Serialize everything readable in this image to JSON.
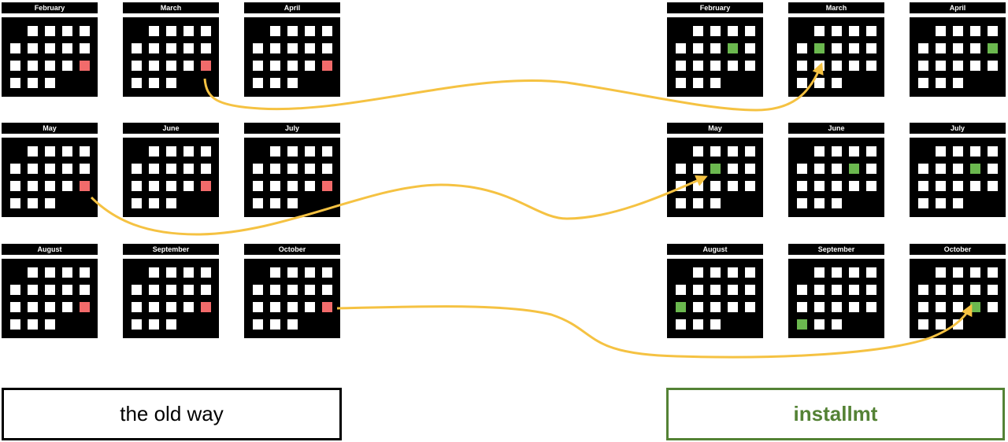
{
  "colors": {
    "marked_old": "#f26b6b",
    "marked_new": "#6bb84f",
    "arrow": "#f5c242",
    "new_box": "#548235"
  },
  "old_way": {
    "label": "the old way",
    "calendars": [
      {
        "month": "February",
        "marked": [
          2,
          4
        ]
      },
      {
        "month": "March",
        "marked": [
          2,
          4
        ]
      },
      {
        "month": "April",
        "marked": [
          2,
          4
        ]
      },
      {
        "month": "May",
        "marked": [
          2,
          4
        ]
      },
      {
        "month": "June",
        "marked": [
          2,
          4
        ]
      },
      {
        "month": "July",
        "marked": [
          2,
          4
        ]
      },
      {
        "month": "August",
        "marked": [
          2,
          4
        ]
      },
      {
        "month": "September",
        "marked": [
          2,
          4
        ]
      },
      {
        "month": "October",
        "marked": [
          2,
          4
        ]
      }
    ]
  },
  "installmt": {
    "label": "installmt",
    "calendars": [
      {
        "month": "February",
        "marked": [
          1,
          3
        ]
      },
      {
        "month": "March",
        "marked": [
          1,
          1
        ]
      },
      {
        "month": "April",
        "marked": [
          1,
          4
        ]
      },
      {
        "month": "May",
        "marked": [
          1,
          2
        ]
      },
      {
        "month": "June",
        "marked": [
          1,
          3
        ]
      },
      {
        "month": "July",
        "marked": [
          1,
          3
        ]
      },
      {
        "month": "August",
        "marked": [
          2,
          0
        ]
      },
      {
        "month": "September",
        "marked": [
          3,
          0
        ]
      },
      {
        "month": "October",
        "marked": [
          2,
          3
        ]
      }
    ]
  }
}
